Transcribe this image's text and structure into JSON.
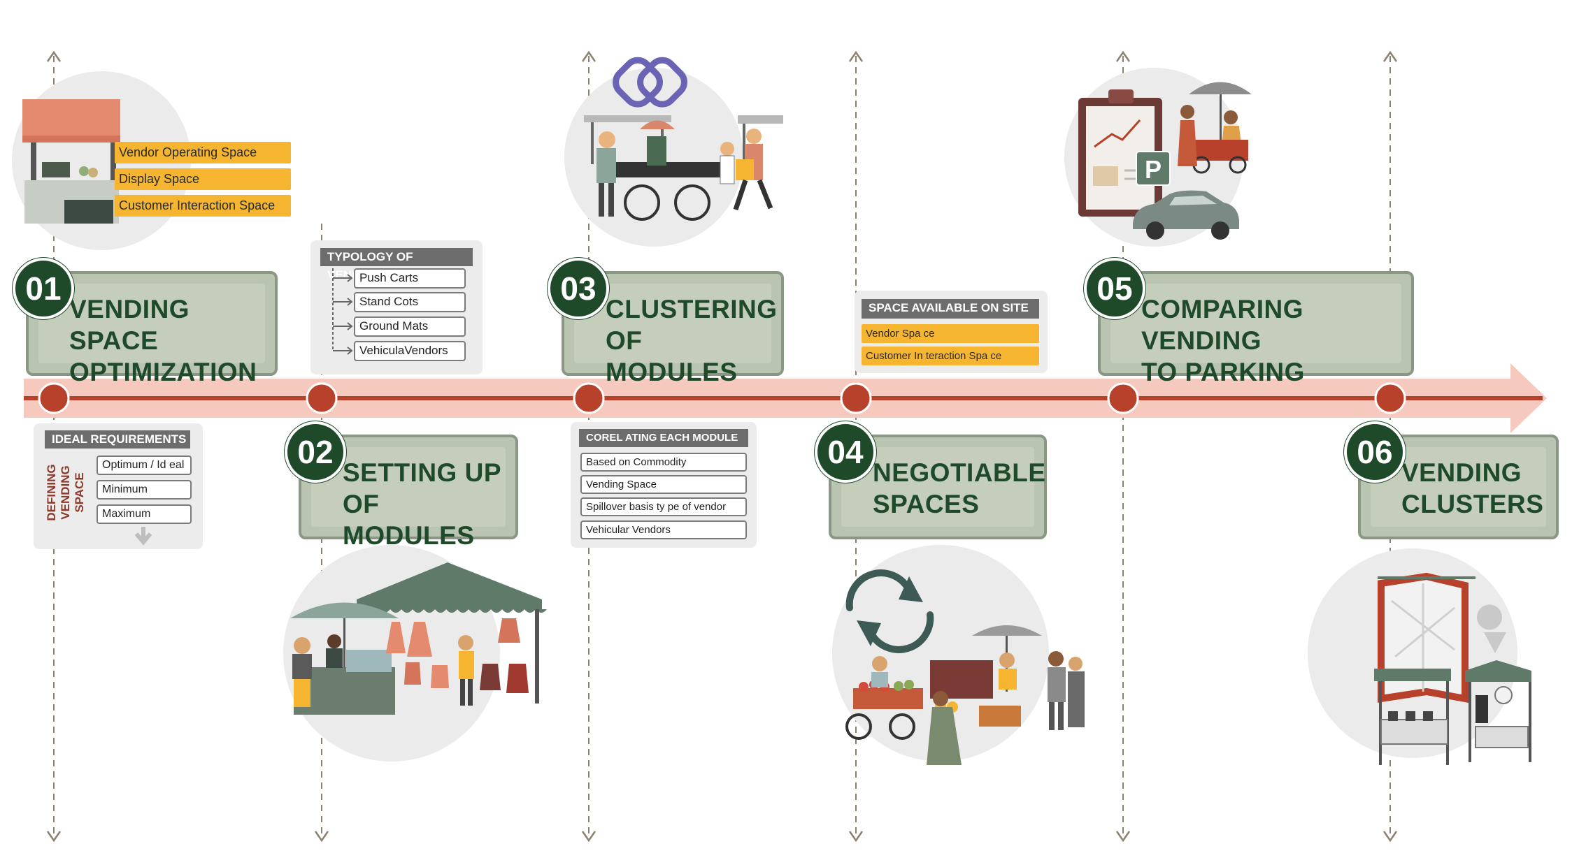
{
  "steps": [
    {
      "num": "01",
      "title": "VENDING SPACE\nOPTIMIZATION"
    },
    {
      "num": "02",
      "title": "SETTING UP\nOF MODULES"
    },
    {
      "num": "03",
      "title": "CLUSTERING\nOF MODULES"
    },
    {
      "num": "04",
      "title": "NEGOTIABLE\nSPACES"
    },
    {
      "num": "05",
      "title": "COMPARING VENDING\nTO PARKING"
    },
    {
      "num": "06",
      "title": "VENDING\nCLUSTERS"
    }
  ],
  "vendor_space_labels": [
    "Vendor Operating Space",
    "Display Space",
    "Customer Interaction Space"
  ],
  "ideal_requirements": {
    "heading": "IDEAL REQUIREMENTS",
    "side_label": "DEFINING\nVENDING\nSPACE",
    "items": [
      "Optimum / Id eal",
      "Minimum",
      "Maximum"
    ]
  },
  "typology": {
    "heading": "TYPOLOGY OF VENDORS",
    "items": [
      "Push Carts",
      "Stand Cots",
      "Ground Mats",
      "VehiculaVendors"
    ]
  },
  "correlating": {
    "heading": "COREL ATING EACH MODULE",
    "items": [
      "Based on Commodity",
      "Vending Space",
      "Spillover basis ty pe of vendor",
      "Vehicular Vendors"
    ]
  },
  "space_available": {
    "heading": "SPACE AVAILABLE ON SITE",
    "items": [
      "Vendor Spa ce",
      "Customer In teraction Spa ce"
    ]
  },
  "parking_sign": "P",
  "icons": [
    "chain-link-icon",
    "refresh-arrows-icon",
    "map-pin-icon",
    "clipboard-chart-icon",
    "car-icon"
  ],
  "colors": {
    "accent_green": "#1f4a2a",
    "card_fill": "#c4cebb",
    "timeline_band": "#f6c9bf",
    "timeline_line": "#b8412b",
    "node": "#b8412b",
    "yellow_label": "#f5b531"
  }
}
